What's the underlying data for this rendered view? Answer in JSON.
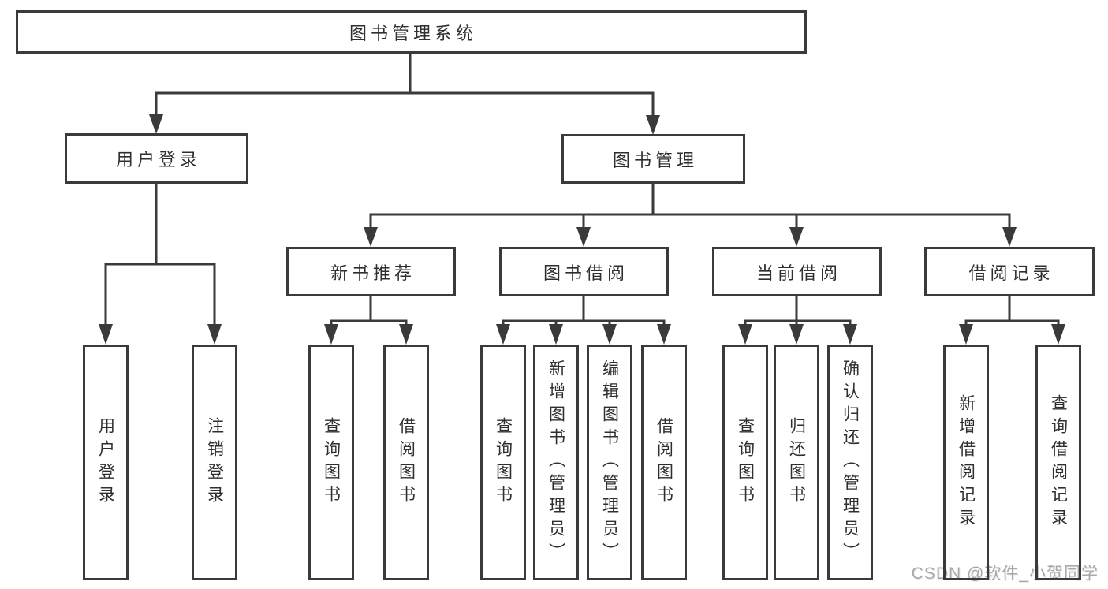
{
  "diagram": {
    "root": {
      "label": "图书管理系统"
    },
    "branches": [
      {
        "label": "用户登录",
        "children": [
          {
            "label": "用户登录"
          },
          {
            "label": "注销登录"
          }
        ]
      },
      {
        "label": "图书管理",
        "children": [
          {
            "label": "新书推荐",
            "children": [
              {
                "label": "查询图书"
              },
              {
                "label": "借阅图书"
              }
            ]
          },
          {
            "label": "图书借阅",
            "children": [
              {
                "label": "查询图书"
              },
              {
                "label": "新增图书（管理员）"
              },
              {
                "label": "编辑图书（管理员）"
              },
              {
                "label": "借阅图书"
              }
            ]
          },
          {
            "label": "当前借阅",
            "children": [
              {
                "label": "查询图书"
              },
              {
                "label": "归还图书"
              },
              {
                "label": "确认归还（管理员）"
              }
            ]
          },
          {
            "label": "借阅记录",
            "children": [
              {
                "label": "新增借阅记录"
              },
              {
                "label": "查询借阅记录"
              }
            ]
          }
        ]
      }
    ]
  },
  "watermark": {
    "text": "CSDN @软件_小贺同学"
  },
  "colors": {
    "line": "#3a3a3a",
    "box_border": "#3a3a3a",
    "text": "#2f2f2f",
    "watermark": "#a9a9a9",
    "background": "#ffffff"
  }
}
